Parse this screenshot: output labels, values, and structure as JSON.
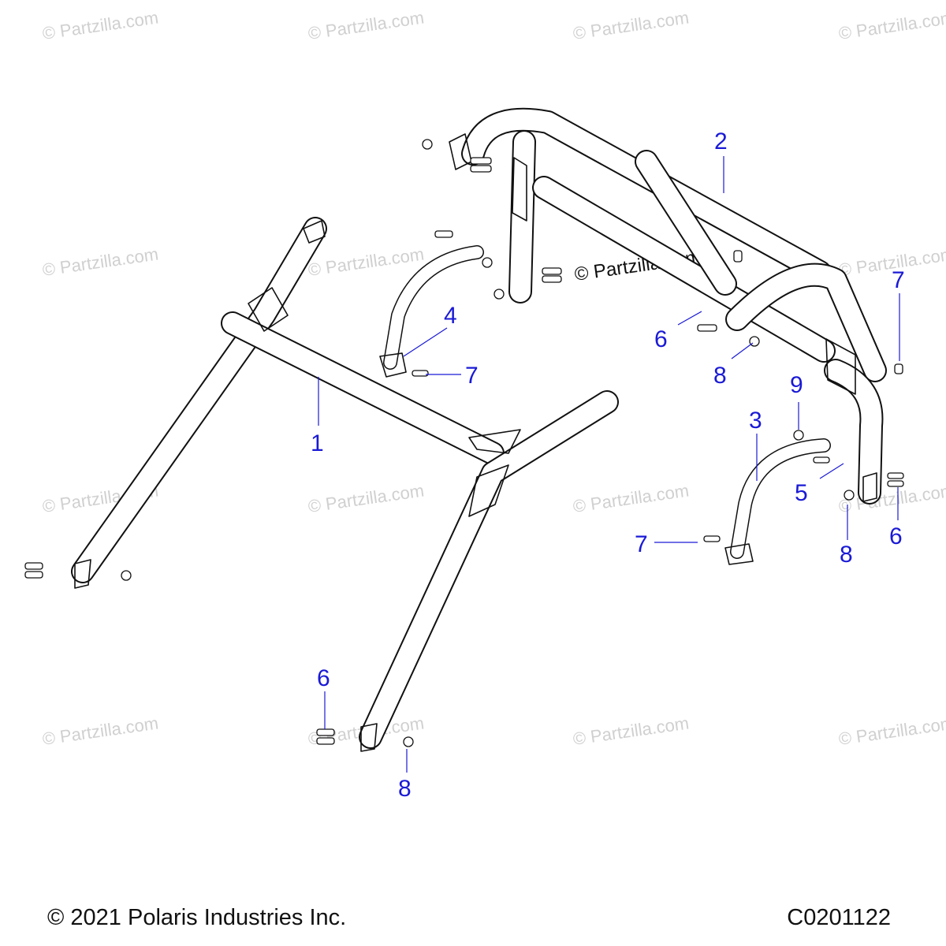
{
  "watermark": "© Partzilla.com",
  "center_watermark": "© Partzilla.com",
  "callouts": {
    "c1": "1",
    "c2": "2",
    "c3": "3",
    "c4": "4",
    "c5": "5",
    "c6a": "6",
    "c6b": "6",
    "c6c": "6",
    "c7a": "7",
    "c7b": "7",
    "c7c": "7",
    "c8a": "8",
    "c8b": "8",
    "c8c": "8",
    "c9": "9"
  },
  "footer": {
    "copyright": "© 2021 Polaris Industries Inc.",
    "part_number": "C0201122"
  },
  "colors": {
    "callout": "#1a1ad6",
    "line_art": "#111111",
    "watermark": "#d0d0d0",
    "background": "#ffffff"
  }
}
